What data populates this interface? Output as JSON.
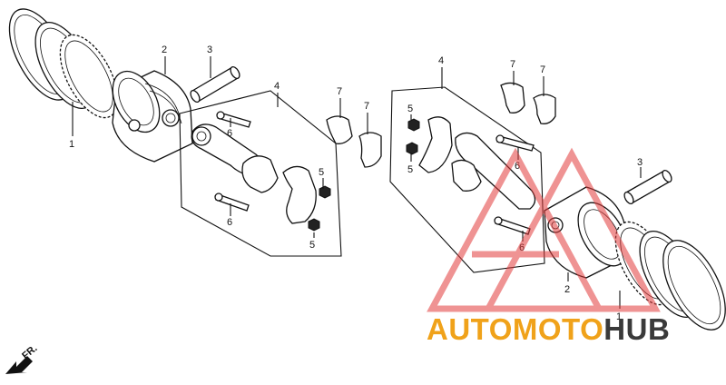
{
  "callouts": {
    "left_ring_set": "1",
    "left_piston": "2",
    "left_pin": "3",
    "left_rod_assy": "4",
    "left_nut_a": "5",
    "left_nut_b": "5",
    "left_bolt_a": "6",
    "left_bolt_b": "6",
    "left_bearing_a": "7",
    "left_bearing_b": "7",
    "right_rod_assy": "4",
    "right_bearing_a": "7",
    "right_bearing_b": "7",
    "right_nut_a": "5",
    "right_nut_b": "5",
    "right_bolt_a": "6",
    "right_bolt_b": "6",
    "right_pin": "3",
    "right_piston": "2",
    "right_ring_set": "1"
  },
  "direction": {
    "label": "FR."
  },
  "watermark": {
    "brand_part1": "AUTOMOTO",
    "brand_part2": "HUB",
    "color_primary": "#f0a21a",
    "color_logo": "#e23b3b",
    "color_secondary": "#3a3a3a"
  }
}
